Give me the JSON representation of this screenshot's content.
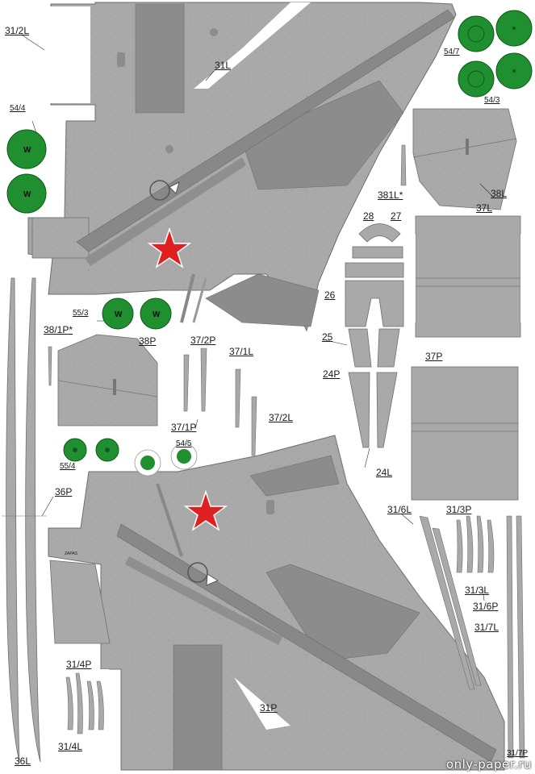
{
  "labels": {
    "p31_2L": "31/2L",
    "p31L": "31L",
    "p54_7": "54/7",
    "p54_3": "54/3",
    "p54_4": "54/4",
    "p38L": "38L",
    "p381L": "381L*",
    "p37L": "37L",
    "p28": "28",
    "p27": "27",
    "p26": "26",
    "p25": "25",
    "p55_3": "55/3",
    "p38_1P": "38/1P*",
    "p38P": "38P",
    "p37_2P": "37/2P",
    "p37_1L": "37/1L",
    "p37P": "37P",
    "p24P": "24P",
    "p37_1P": "37/1P",
    "p37_2L": "37/2L",
    "p54_5": "54/5",
    "p55_4": "55/4",
    "p24L": "24L",
    "p36P": "36P",
    "p31_6L": "31/6L",
    "p31_3P": "31/3P",
    "p31_3L": "31/3L",
    "p31_6P": "31/6P",
    "p31_7L": "31/7L",
    "p31_4P": "31/4P",
    "p31P": "31P",
    "p31_4L": "31/4L",
    "p36L": "36L",
    "p31_7P": "31/7P"
  },
  "wheel_mark": "W",
  "zapas": "ZAPAS",
  "watermark": "only-paper.ru",
  "colors": {
    "paper_gray": "#a9a9a9",
    "panel_dark": "#8c8c8c",
    "outline": "#6e6e6e",
    "star_red": "#e02020",
    "wheel_green": "#1f8f2f",
    "background": "#ffffff"
  }
}
